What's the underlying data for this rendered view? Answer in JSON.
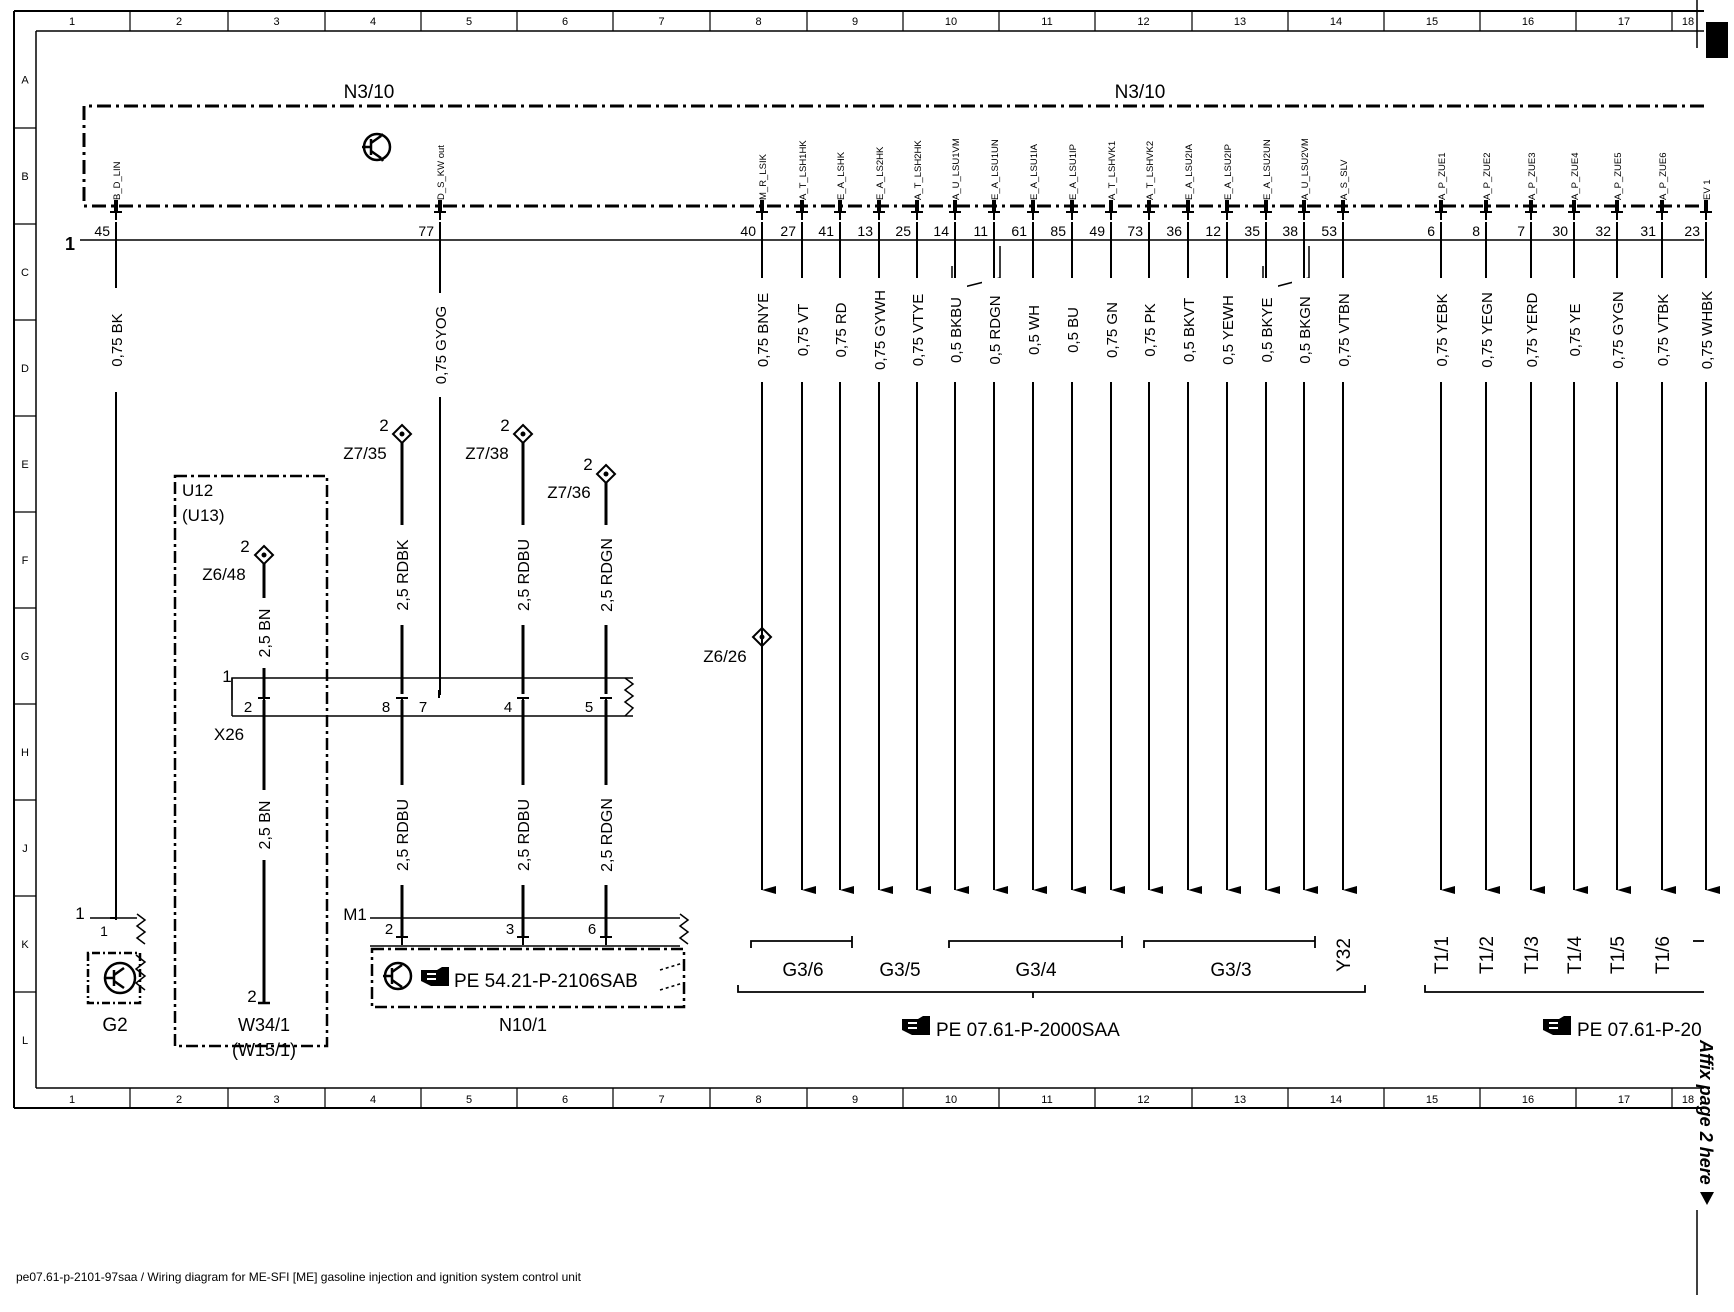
{
  "caption": "pe07.61-p-2101-97saa / Wiring diagram for ME-SFI [ME] gasoline injection and ignition system control unit",
  "affix_note": "Affix page 2 here",
  "grid": {
    "columns": [
      "1",
      "2",
      "3",
      "4",
      "5",
      "6",
      "7",
      "8",
      "9",
      "10",
      "11",
      "12",
      "13",
      "14",
      "15",
      "16",
      "17",
      "18"
    ],
    "rows": [
      "A",
      "B",
      "C",
      "D",
      "E",
      "F",
      "G",
      "H",
      "J",
      "K",
      "L"
    ]
  },
  "control_unit": {
    "label_left": "N3/10",
    "label_right": "N3/10",
    "ground_label": "1",
    "pins": [
      {
        "name": "B_D_LIN",
        "num": "45",
        "wire": "0,75 BK"
      },
      {
        "name": "D_S_KW out",
        "num": "77",
        "wire": "0,75 GYOG"
      },
      {
        "name": "M_R_LSIK",
        "num": "40",
        "wire": "0,75 BNYE"
      },
      {
        "name": "A_T_LSH1HK",
        "num": "27",
        "wire": "0,75 VT"
      },
      {
        "name": "E_A_LSHK",
        "num": "41",
        "wire": "0,75 RD"
      },
      {
        "name": "E_A_LS2HK",
        "num": "13",
        "wire": "0,75 GYWH"
      },
      {
        "name": "A_T_LSH2HK",
        "num": "25",
        "wire": "0,75 VTYE"
      },
      {
        "name": "A_U_LSU1VM",
        "num": "14",
        "wire": "0,5 BKBU"
      },
      {
        "name": "E_A_LSU1UN",
        "num": "11",
        "wire": "0,5 RDGN"
      },
      {
        "name": "E_A_LSU1IA",
        "num": "61",
        "wire": "0,5 WH"
      },
      {
        "name": "E_A_LSU1IP",
        "num": "85",
        "wire": "0,5 BU"
      },
      {
        "name": "A_T_LSHVK1",
        "num": "49",
        "wire": "0,75 GN"
      },
      {
        "name": "A_T_LSHVK2",
        "num": "73",
        "wire": "0,75 PK"
      },
      {
        "name": "E_A_LSU2IA",
        "num": "36",
        "wire": "0,5 BKVT"
      },
      {
        "name": "E_A_LSU2IP",
        "num": "12",
        "wire": "0,5 YEWH"
      },
      {
        "name": "E_A_LSU2UN",
        "num": "35",
        "wire": "0,5 BKYE"
      },
      {
        "name": "A_U_LSU2VM",
        "num": "38",
        "wire": "0,5 BKGN"
      },
      {
        "name": "A_S_SLV",
        "num": "53",
        "wire": "0,75 VTBN"
      },
      {
        "name": "A_P_ZUE1",
        "num": "6",
        "wire": "0,75 YEBK"
      },
      {
        "name": "A_P_ZUE2",
        "num": "8",
        "wire": "0,75 YEGN"
      },
      {
        "name": "A_P_ZUE3",
        "num": "7",
        "wire": "0,75 YERD"
      },
      {
        "name": "A_P_ZUE4",
        "num": "30",
        "wire": "0,75 YE"
      },
      {
        "name": "A_P_ZUE5",
        "num": "32",
        "wire": "0,75 GYGN"
      },
      {
        "name": "A_P_ZUE6",
        "num": "31",
        "wire": "0,75 VTBK"
      },
      {
        "name": "EV 1",
        "num": "23",
        "wire": "0,75 WHBK"
      }
    ]
  },
  "connectors": {
    "z7_35": {
      "label": "Z7/35",
      "num": "2",
      "wire": "2,5 RDBK"
    },
    "z7_38": {
      "label": "Z7/38",
      "num": "2",
      "wire": "2,5 RDBU"
    },
    "z7_36": {
      "label": "Z7/36",
      "num": "2",
      "wire": "2,5 RDGN"
    },
    "z6_48": {
      "label": "Z6/48",
      "num": "2",
      "wire": "2,5 BN"
    },
    "z6_26": {
      "label": "Z6/26"
    }
  },
  "u12": {
    "label1": "U12",
    "label2": "(U13)"
  },
  "x26": {
    "label": "X26",
    "num": "1",
    "pins": [
      "2",
      "8",
      "7",
      "4",
      "5"
    ]
  },
  "lower_wires": [
    "2,5 BN",
    "2,5 RDBU",
    "2,5 RDBU",
    "2,5 RDGN"
  ],
  "g2": {
    "label": "G2",
    "num": "1",
    "pin": "1"
  },
  "w34": {
    "label": "W34/1",
    "label2": "(W15/1)",
    "num": "2"
  },
  "m1": {
    "label": "M1",
    "pins": [
      "2",
      "3",
      "6"
    ],
    "ref": "PE 54.21-P-2106SAB",
    "name": "N10/1"
  },
  "targets": [
    "G3/6",
    "G3/5",
    "G3/4",
    "G3/3",
    "Y32",
    "T1/1",
    "T1/2",
    "T1/3",
    "T1/4",
    "T1/5",
    "T1/6"
  ],
  "refs": {
    "left": "PE 07.61-P-2000SAA",
    "right": "PE 07.61-P-20"
  }
}
